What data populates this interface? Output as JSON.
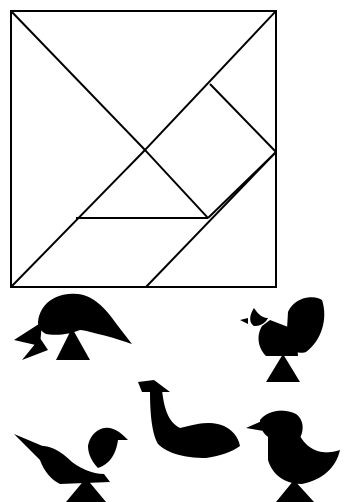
{
  "figure": {
    "background": "#ffffff",
    "line_color": "#000000",
    "silhouette_color": "#000000"
  },
  "tangram_square": {
    "pieces": [
      {
        "name": "large-triangle-left",
        "shape": "triangle"
      },
      {
        "name": "large-triangle-top",
        "shape": "triangle"
      },
      {
        "name": "medium-triangle",
        "shape": "triangle"
      },
      {
        "name": "small-triangle-center",
        "shape": "triangle"
      },
      {
        "name": "small-triangle-right",
        "shape": "triangle"
      },
      {
        "name": "square",
        "shape": "square"
      },
      {
        "name": "parallelogram",
        "shape": "parallelogram"
      }
    ]
  },
  "silhouettes": [
    {
      "name": "bird-silhouette-swooping"
    },
    {
      "name": "rooster-silhouette"
    },
    {
      "name": "bird-silhouette-perched"
    },
    {
      "name": "swan-silhouette"
    },
    {
      "name": "duck-silhouette"
    }
  ]
}
